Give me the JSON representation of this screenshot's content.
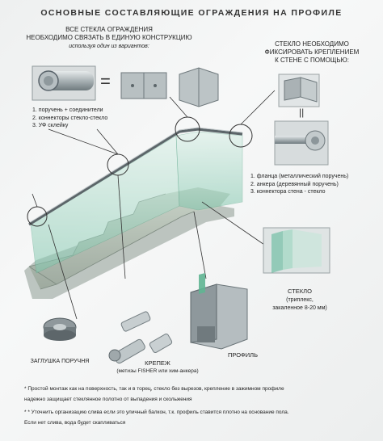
{
  "title": "ОСНОВНЫЕ СОСТАВЛЯЮЩИЕ ОГРАЖДЕНИЯ НА ПРОФИЛЕ",
  "left_block": {
    "heading_line1": "ВСЕ СТЕКЛА ОГРАЖДЕНИЯ",
    "heading_line2": "НЕОБХОДИМО СВЯЗАТЬ В ЕДИНУЮ КОНСТРУКЦИЮ",
    "subheading": "используя один из вариантов:",
    "equals": "=",
    "items": [
      "1. поручень + соединители",
      "2. коннекторы стекло-стекло",
      "3. УФ склейку"
    ]
  },
  "right_block": {
    "heading_line1": "СТЕКЛО НЕОБХОДИМО",
    "heading_line2": "ФИКСИРОВАТЬ КРЕПЛЕНИЕМ",
    "heading_line3": "К СТЕНЕ С ПОМОЩЬЮ:",
    "or_sign": "||",
    "items": [
      "1. фланца (металлический поручень)",
      "2. анкера (деревянный поручень)",
      "3. коннектора стена - стекло"
    ]
  },
  "glass_label": {
    "title": "СТЕКЛО",
    "line2": "(триплекс,",
    "line3": "закаленное 8-20 мм)"
  },
  "cap_label": "ЗАГЛУШКА ПОРУЧНЯ",
  "fastener_label": {
    "title": "КРЕПЕЖ",
    "line2": "(метизы FISHER или хим-анкера)"
  },
  "profile_label": "ПРОФИЛЬ",
  "notes": [
    "* Простой монтаж как на поверхность, так и в торец, стекло без вырезов, крепление в зажимном профиле",
    "надежно защищает стеклянное полотно от выпадения и скольжения",
    "* * Уточнить организацию слива если это уличный балкон, т.к. профиль ставится плотно на основание пола.",
    "Если нет слива, вода будет скапливаться"
  ]
}
